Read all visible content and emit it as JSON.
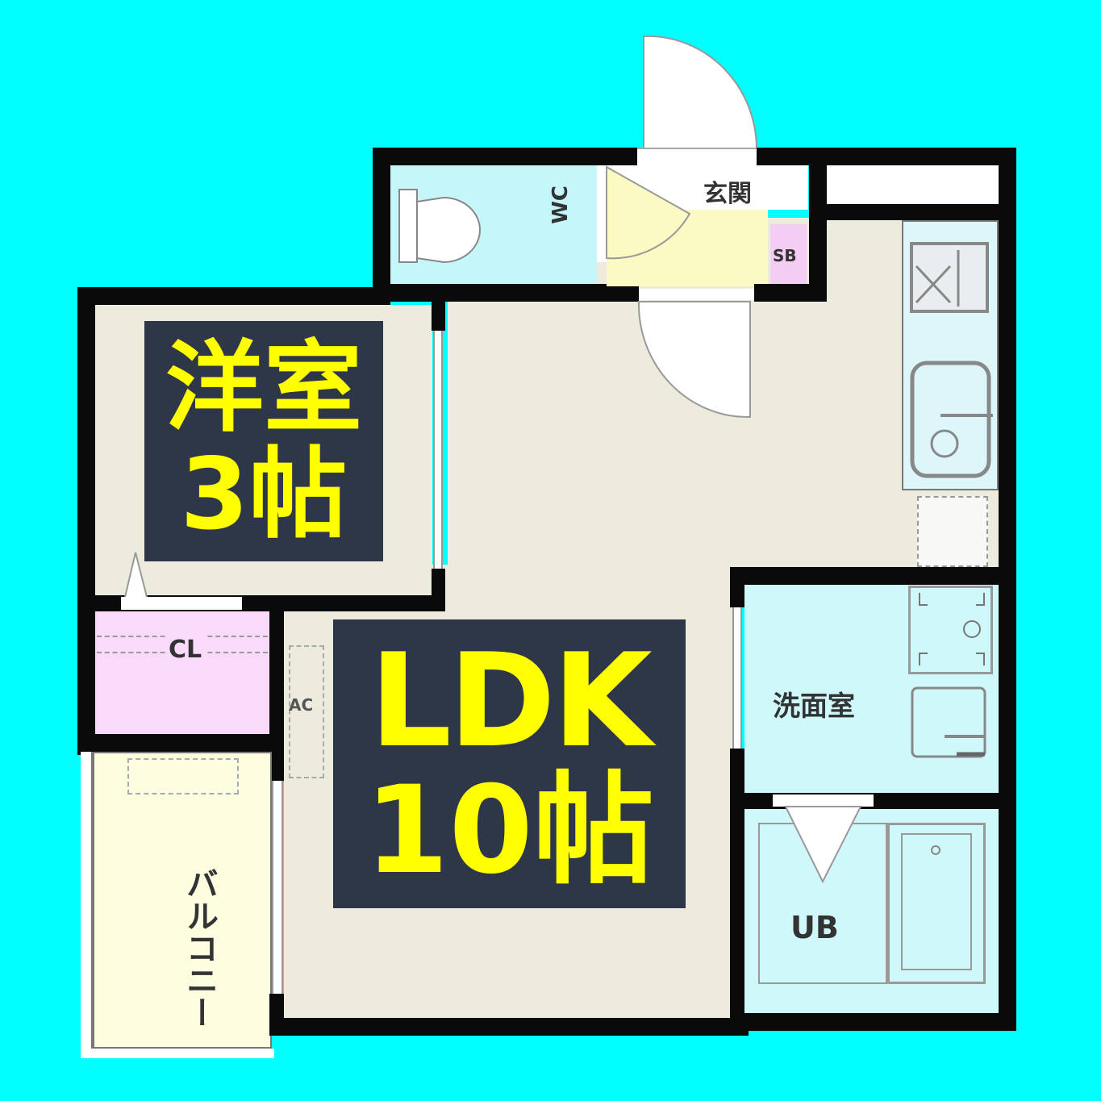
{
  "rooms": {
    "western_room": {
      "name": "洋室",
      "size": "3帖"
    },
    "ldk": {
      "name": "LDK",
      "size": "10帖"
    },
    "wc": {
      "label": "WC"
    },
    "entrance": {
      "label": "玄関"
    },
    "shoe_box": {
      "label": "SB"
    },
    "closet": {
      "label": "CL"
    },
    "air_conditioner": {
      "label": "AC"
    },
    "balcony": {
      "label": "バルコニー"
    },
    "washroom": {
      "label": "洗面室"
    },
    "unit_bath": {
      "label": "UB"
    }
  },
  "colors": {
    "background": "#00ffff",
    "wall": "#0a0a0a",
    "label_box_bg": "#2d3748",
    "label_text": "#ffff00",
    "ldk_floor": "#ecebdd",
    "wet_area": "#c5f6fa",
    "entrance_floor": "#fbfac2",
    "closet_floor": "#fadafa",
    "balcony_floor": "#fdfde0"
  }
}
